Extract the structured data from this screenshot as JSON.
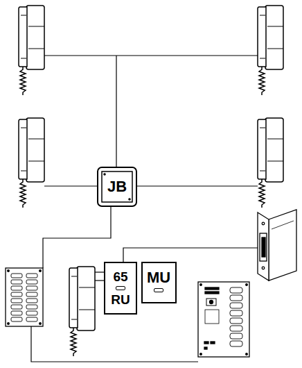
{
  "diagram": {
    "nodes": [
      {
        "text": [
          "JB"
        ]
      },
      {
        "text": [
          "65",
          "RU"
        ]
      },
      {
        "text": [
          "MU"
        ]
      }
    ]
  }
}
